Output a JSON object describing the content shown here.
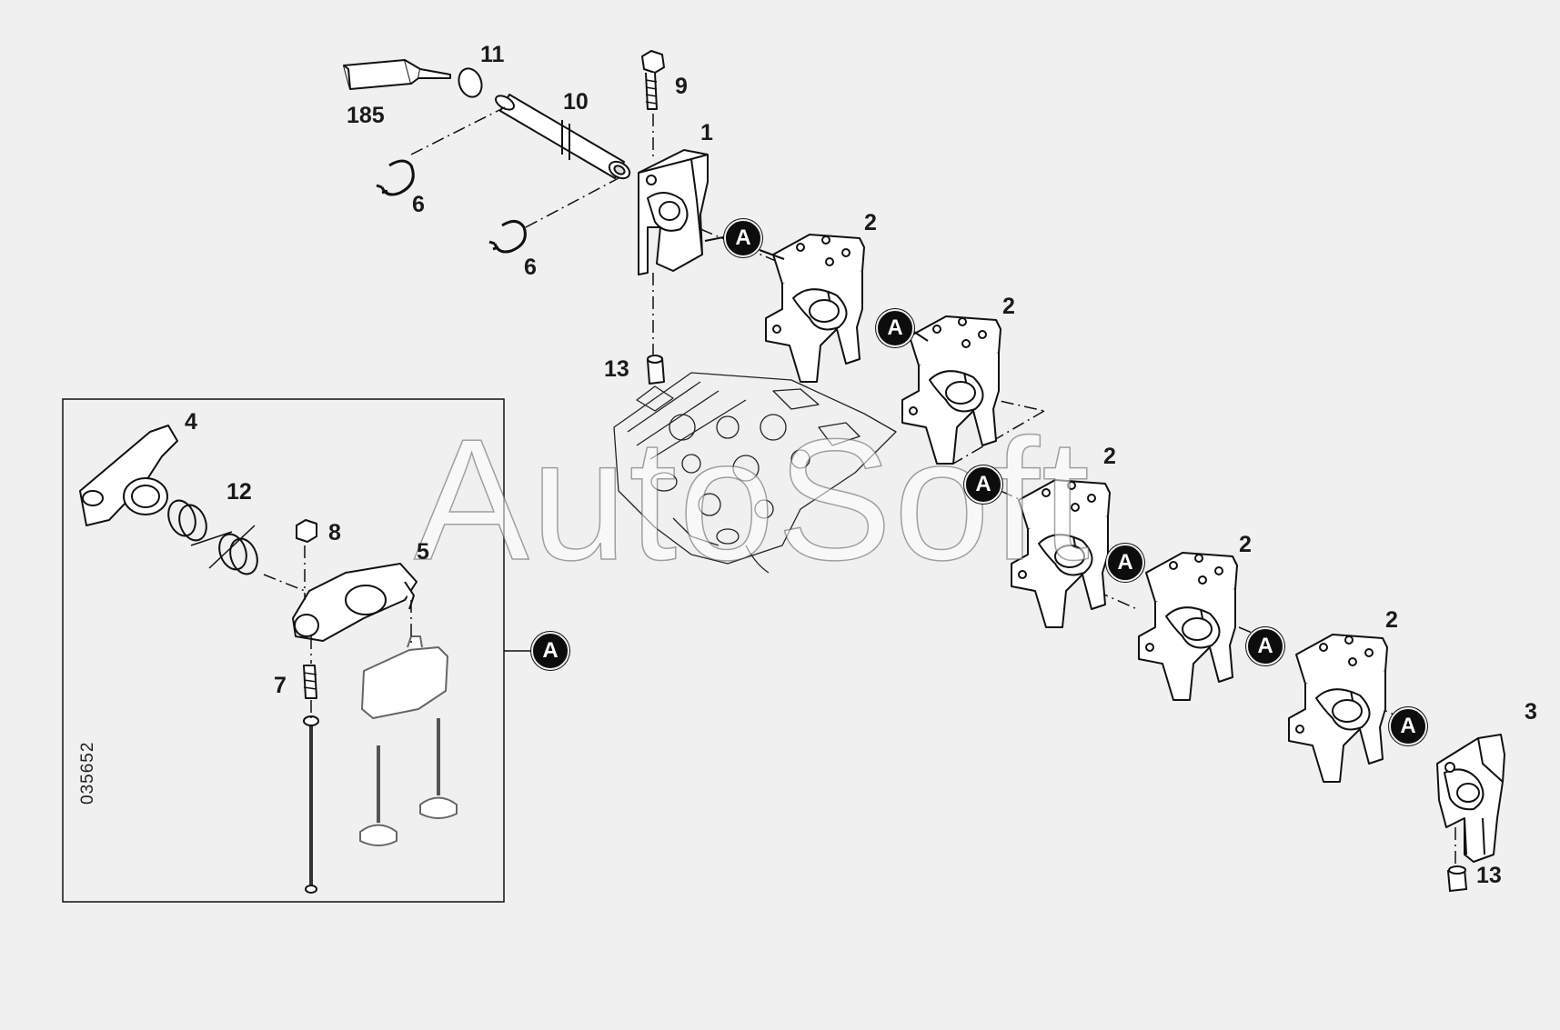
{
  "drawing_number": "035652",
  "watermark": "AutoSoft",
  "reference_marker": "A",
  "callouts": {
    "c185": "185",
    "c11": "11",
    "c10": "10",
    "c9": "9",
    "c1": "1",
    "c6a": "6",
    "c6b": "6",
    "c13a": "13",
    "c13b": "13",
    "c2a": "2",
    "c2b": "2",
    "c2c": "2",
    "c2d": "2",
    "c2e": "2",
    "c3": "3",
    "c4": "4",
    "c12": "12",
    "c8": "8",
    "c5": "5",
    "c7": "7"
  }
}
